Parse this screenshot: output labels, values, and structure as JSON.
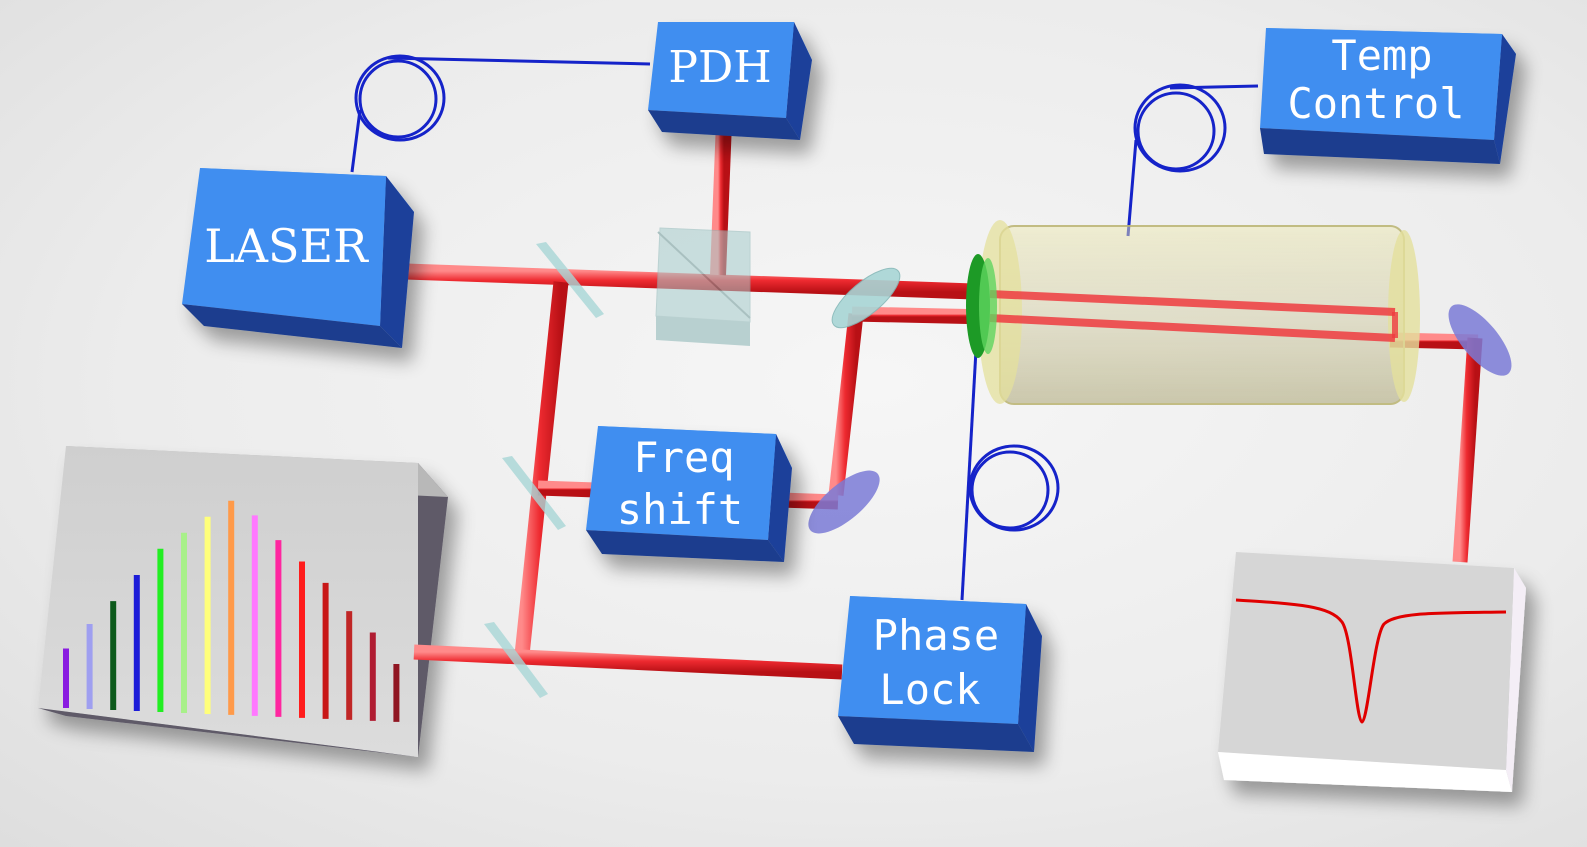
{
  "colors": {
    "box_front": "#3f8ef0",
    "box_side": "#1a3f9a",
    "box_bottom": "#1b3d8e",
    "beam": "#e8232b",
    "fiber": "#1523c9",
    "cavity": "#d8d48a",
    "mirror_glass": "#a8d6d6",
    "mirror_violet": "#7a7ad6",
    "spectrum_panel": "#d7d7d7",
    "spectrum_side": "#5e5a68",
    "trace": "#e00000"
  },
  "labels": {
    "laser": "LASER",
    "pdh": "PDH",
    "temp_line1": "Temp",
    "temp_line2": "Control",
    "freq_line1": "Freq",
    "freq_line2": "shift",
    "phase_line1": "Phase",
    "phase_line2": "Lock"
  },
  "icons": {
    "fiber_coil": "fiber-coil-icon",
    "frequency_comb": "frequency-comb-icon",
    "resonance_dip": "resonance-dip-icon"
  },
  "comb_colors": [
    "#8a1fe0",
    "#9f9ff0",
    "#0f5a1e",
    "#1b1bd8",
    "#20ee20",
    "#a8f08a",
    "#ffff7a",
    "#ff9a48",
    "#ff78ff",
    "#ff28a0",
    "#ff1a1a",
    "#c81414",
    "#c02828",
    "#b01e30",
    "#901420"
  ],
  "comb_levels": [
    0.35,
    0.5,
    0.64,
    0.8,
    0.96,
    1.06,
    1.16,
    1.26,
    1.18,
    1.04,
    0.92,
    0.8,
    0.64,
    0.52,
    0.34
  ]
}
